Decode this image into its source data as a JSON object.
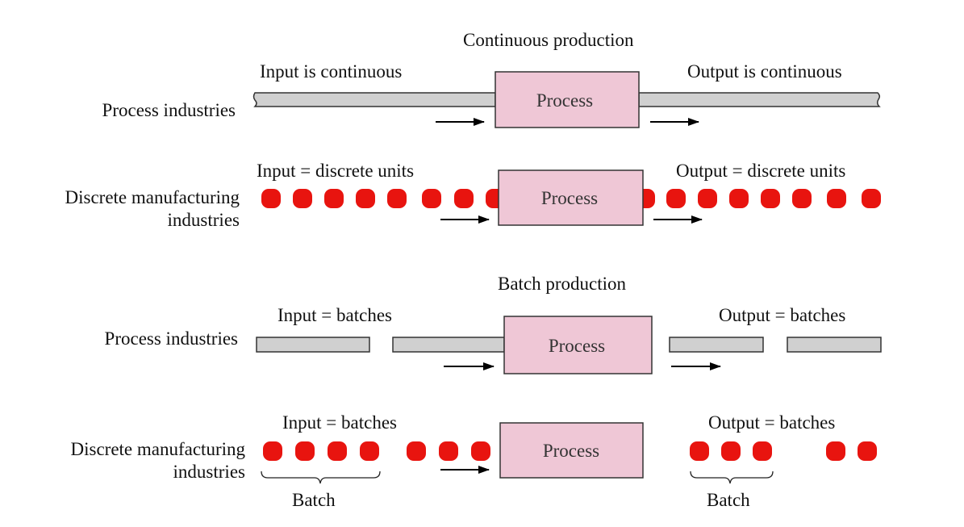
{
  "continuous": {
    "title": "Continuous production",
    "process_row": {
      "row_label": "Process industries",
      "input_label": "Input is continuous",
      "output_label": "Output is continuous",
      "box_label": "Process"
    },
    "discrete_row": {
      "row_label_line1": "Discrete manufacturing",
      "row_label_line2": "industries",
      "input_label": "Input = discrete units",
      "output_label": "Output = discrete units",
      "box_label": "Process"
    }
  },
  "batch": {
    "title": "Batch production",
    "process_row": {
      "row_label": "Process industries",
      "input_label": "Input = batches",
      "output_label": "Output = batches",
      "box_label": "Process"
    },
    "discrete_row": {
      "row_label_line1": "Discrete manufacturing",
      "row_label_line2": "industries",
      "input_label": "Input = batches",
      "output_label": "Output = batches",
      "box_label": "Process",
      "brace_label_left": "Batch",
      "brace_label_right": "Batch"
    }
  },
  "colors": {
    "process_box_fill": "#efc7d6",
    "bar_fill": "#d0d0d0",
    "unit_fill": "#e8140f"
  }
}
